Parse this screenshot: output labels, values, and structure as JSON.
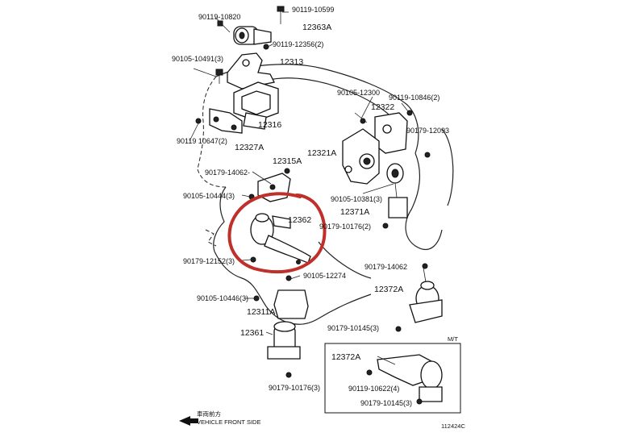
{
  "labels": {
    "p90119_10599": "90119-10599",
    "p90119_10820": "90119-10820",
    "p12363A": "12363A",
    "p90119_12356": "90119-12356(2)",
    "p90105_10491": "90105-10491(3)",
    "p12313": "12313",
    "p90105_12300": "90105-12300",
    "p90119_10846": "90119-10846(2)",
    "p12322": "12322",
    "p12316": "12316",
    "p90119_10647": "90119 10647(2)",
    "p12327A": "12327A",
    "p90179_12093": "90179-12093",
    "p12321A": "12321A",
    "p12315A": "12315A",
    "p90179_14062_top": "90179-14062-",
    "p90105_10444": "90105-10444(3)",
    "p90105_10381": "90105-10381(3)",
    "p12371A": "12371A",
    "p12362": "12362",
    "p90179_10176_top": "90179-10176(2)",
    "p90179_12152": "90179-12152(3)",
    "p90105_12274": "90105-12274",
    "p90179_14062_r": "90179-14062",
    "p12372A": "12372A",
    "p90105_10446": "90105-10446(3)",
    "p12311A": "12311A",
    "p90179_10145_a": "90179-10145(3)",
    "p12361": "12361",
    "mt": "M/T",
    "p12372A_box": "12372A",
    "p90119_10622": "90119-10622(4)",
    "p90179_10145_b": "90179-10145(3)",
    "p90179_10176_bot": "90179-10176(3)",
    "legend_jp": "車両前方",
    "legend_en": "VEHICLE FRONT SIDE",
    "figure_code": "112424C"
  },
  "colors": {
    "ink": "#111111",
    "highlight_circle": "#c0302a",
    "background": "#ffffff"
  }
}
